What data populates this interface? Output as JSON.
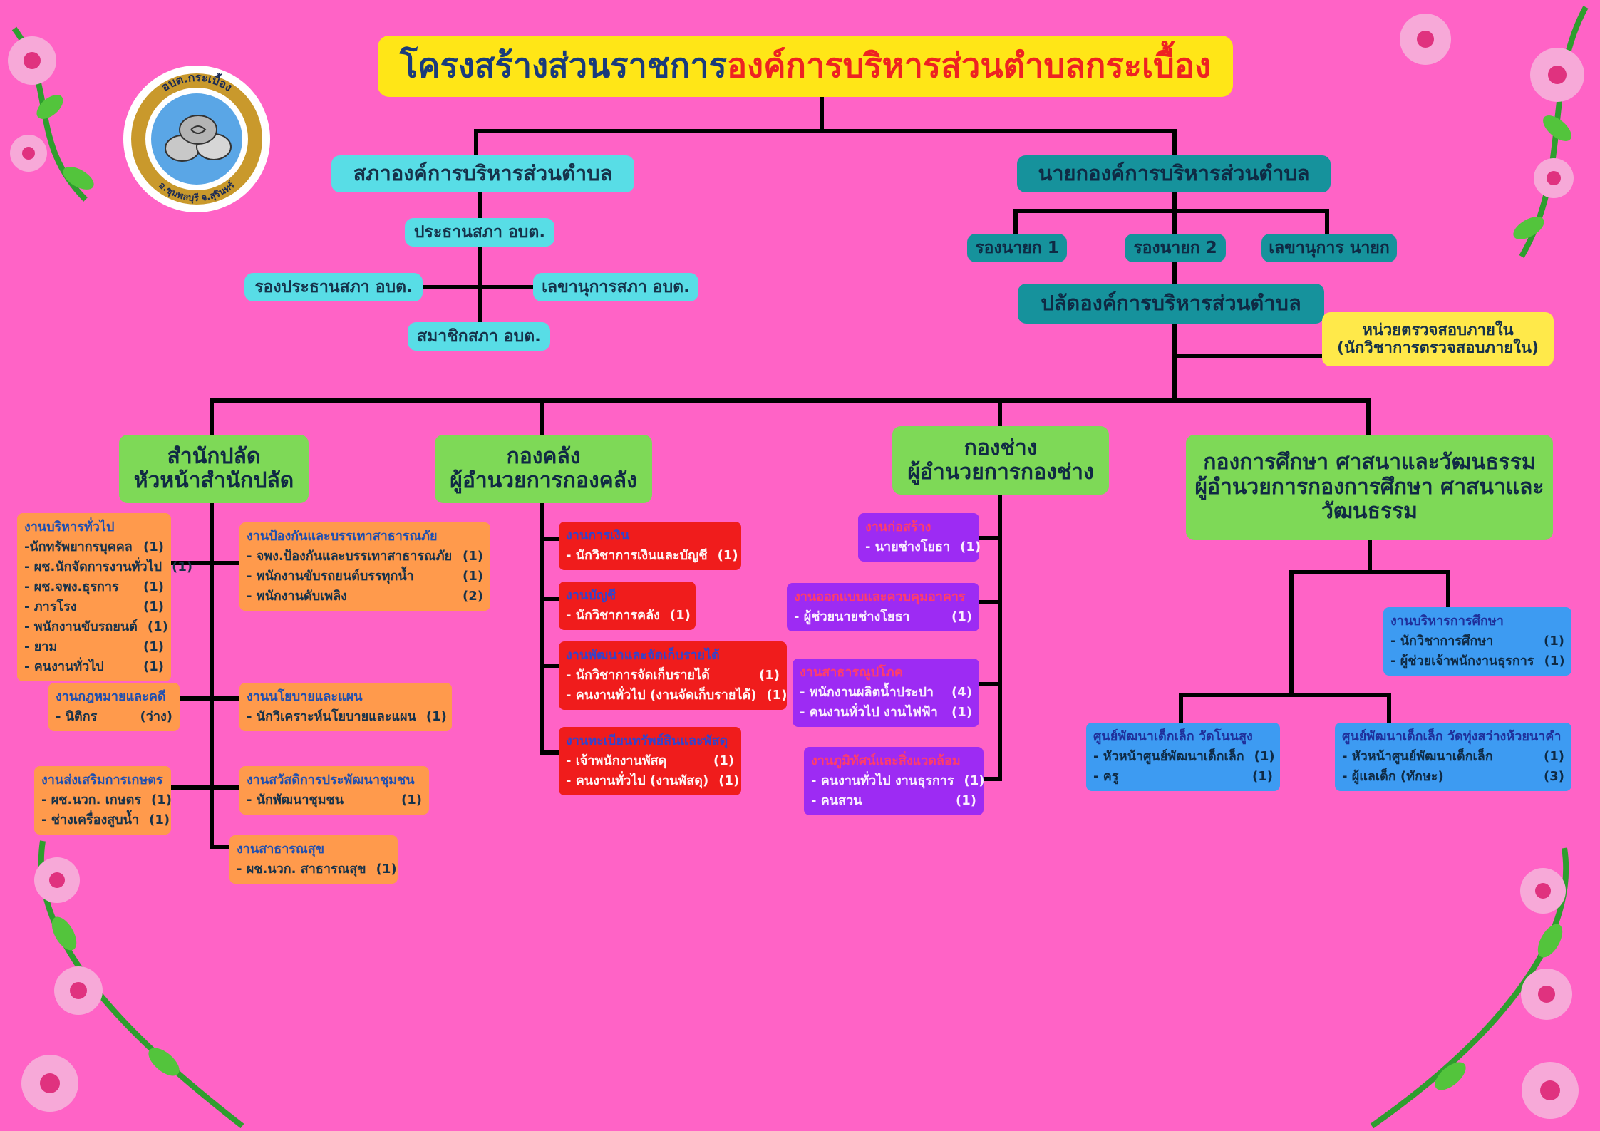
{
  "title": {
    "part1": "โครงสร้างส่วนราชการ",
    "part2": "องค์การบริหารส่วนตำบลกระเบื้อง"
  },
  "logo": {
    "top_text": "อบต.กระเบื้อง",
    "bottom_text": "อ.ชุมพลบุรี จ.สุรินทร์"
  },
  "council": {
    "head": "สภาองค์การบริหารส่วนตำบล",
    "chair": "ประธานสภา อบต.",
    "vice_chair": "รองประธานสภา อบต.",
    "secretary": "เลขานุการสภา อบต.",
    "members": "สมาชิกสภา อบต."
  },
  "executive": {
    "head": "นายกองค์การบริหารส่วนตำบล",
    "deputy1": "รองนายก 1",
    "deputy2": "รองนายก 2",
    "secretary": "เลขานุการ นายก",
    "palad": "ปลัดองค์การบริหารส่วนตำบล",
    "audit_line1": "หน่วยตรวจสอบภายใน",
    "audit_line2": "(นักวิชาการตรวจสอบภายใน)"
  },
  "divisions": {
    "palad_office": {
      "line1": "สำนักปลัด",
      "line2": "หัวหน้าสำนักปลัด"
    },
    "finance": {
      "line1": "กองคลัง",
      "line2": "ผู้อำนวยการกองคลัง"
    },
    "engineering": {
      "line1": "กองช่าง",
      "line2": "ผู้อำนวยการกองช่าง"
    },
    "education": {
      "line1": "กองการศึกษา ศาสนาและวัฒนธรรม",
      "line2": "ผู้อำนวยการกองการศึกษา ศาสนาและ",
      "line3": "วัฒนธรรม"
    }
  },
  "units": {
    "general_admin": {
      "title": "งานบริหารทั่วไป",
      "rows": [
        {
          "name": "-นักทรัพยากรบุคคล",
          "count": "(1)"
        },
        {
          "name": "- ผช.นักจัดการงานทั่วไป",
          "count": "(1)"
        },
        {
          "name": "- ผช.จพง.ธุรการ",
          "count": "(1)"
        },
        {
          "name": "- ภารโรง",
          "count": "(1)"
        },
        {
          "name": "- พนักงานขับรถยนต์",
          "count": "(1)"
        },
        {
          "name": "- ยาม",
          "count": "(1)"
        },
        {
          "name": "- คนงานทั่วไป",
          "count": "(1)"
        }
      ]
    },
    "disaster": {
      "title": "งานป้องกันและบรรเทาสาธารณภัย",
      "rows": [
        {
          "name": "- จพง.ป้องกันและบรรเทาสาธารณภัย",
          "count": "(1)"
        },
        {
          "name": "- พนักงานขับรถยนต์บรรทุกน้ำ",
          "count": "(1)"
        },
        {
          "name": "- พนักงานดับเพลิง",
          "count": "(2)"
        }
      ]
    },
    "legal": {
      "title": "งานกฎหมายและคดี",
      "rows": [
        {
          "name": "- นิติกร",
          "count": "(ว่าง)"
        }
      ]
    },
    "policy": {
      "title": "งานนโยบายและแผน",
      "rows": [
        {
          "name": "- นักวิเคราะห์นโยบายและแผน",
          "count": "(1)"
        }
      ]
    },
    "agriculture": {
      "title": "งานส่งเสริมการเกษตร",
      "rows": [
        {
          "name": "- ผช.นวก. เกษตร",
          "count": "(1)"
        },
        {
          "name": "- ช่างเครื่องสูบน้ำ",
          "count": "(1)"
        }
      ]
    },
    "welfare": {
      "title": "งานสวัสดิการประพัฒนาชุมชน",
      "rows": [
        {
          "name": "- นักพัฒนาชุมชน",
          "count": "(1)"
        }
      ]
    },
    "health": {
      "title": "งานสาธารณสุข",
      "rows": [
        {
          "name": "- ผช.นวก. สาธารณสุข",
          "count": "(1)"
        }
      ]
    },
    "finance_work": {
      "title": "งานการเงิน",
      "rows": [
        {
          "name": "- นักวิชาการเงินและบัญชี",
          "count": "(1)"
        }
      ]
    },
    "accounting": {
      "title": "งานบัญชี",
      "rows": [
        {
          "name": "- นักวิชาการคลัง",
          "count": "(1)"
        }
      ]
    },
    "revenue": {
      "title": "งานพัฒนาและจัดเก็บรายได้",
      "rows": [
        {
          "name": "- นักวิชาการจัดเก็บรายได้",
          "count": "(1)"
        },
        {
          "name": "- คนงานทั่วไป (งานจัดเก็บรายได้)",
          "count": "(1)"
        }
      ]
    },
    "assets": {
      "title": "งานทะเบียนทรัพย์สินและพัสดุ",
      "rows": [
        {
          "name": "- เจ้าพนักงานพัสดุ",
          "count": "(1)"
        },
        {
          "name": "- คนงานทั่วไป (งานพัสดุ)",
          "count": "(1)"
        }
      ]
    },
    "construction": {
      "title": "งานก่อสร้าง",
      "rows": [
        {
          "name": "- นายช่างโยธา",
          "count": "(1)"
        }
      ]
    },
    "design": {
      "title": "งานออกแบบและควบคุมอาคาร",
      "rows": [
        {
          "name": "- ผู้ช่วยนายช่างโยธา",
          "count": "(1)"
        }
      ]
    },
    "utilities": {
      "title": "งานสาธารณูปโภค",
      "rows": [
        {
          "name": "- พนักงานผลิตน้ำประปา",
          "count": "(4)"
        },
        {
          "name": "- คนงานทั่วไป งานไฟฟ้า",
          "count": "(1)"
        }
      ]
    },
    "environment": {
      "title": "งานภูมิทัศน์และสิ่งแวดล้อม",
      "rows": [
        {
          "name": "- คนงานทั่วไป งานธุรการ",
          "count": "(1)"
        },
        {
          "name": "- คนสวน",
          "count": "(1)"
        }
      ]
    },
    "edu_admin": {
      "title": "งานบริหารการศึกษา",
      "rows": [
        {
          "name": "- นักวิชาการศึกษา",
          "count": "(1)"
        },
        {
          "name": "- ผู้ช่วยเจ้าพนักงานธุรการ",
          "count": "(1)"
        }
      ]
    },
    "childcare1": {
      "title": "ศูนย์พัฒนาเด็กเล็ก วัดโนนสูง",
      "rows": [
        {
          "name": "- หัวหน้าศูนย์พัฒนาเด็กเล็ก",
          "count": "(1)"
        },
        {
          "name": "- ครู",
          "count": "(1)"
        }
      ]
    },
    "childcare2": {
      "title": "ศูนย์พัฒนาเด็กเล็ก วัดทุ่งสว่างห้วยนาคำ",
      "rows": [
        {
          "name": "- หัวหน้าศูนย์พัฒนาเด็กเล็ก",
          "count": "(1)"
        },
        {
          "name": "- ผู้แลเด็ก (ทักษะ)",
          "count": "(3)"
        }
      ]
    }
  }
}
